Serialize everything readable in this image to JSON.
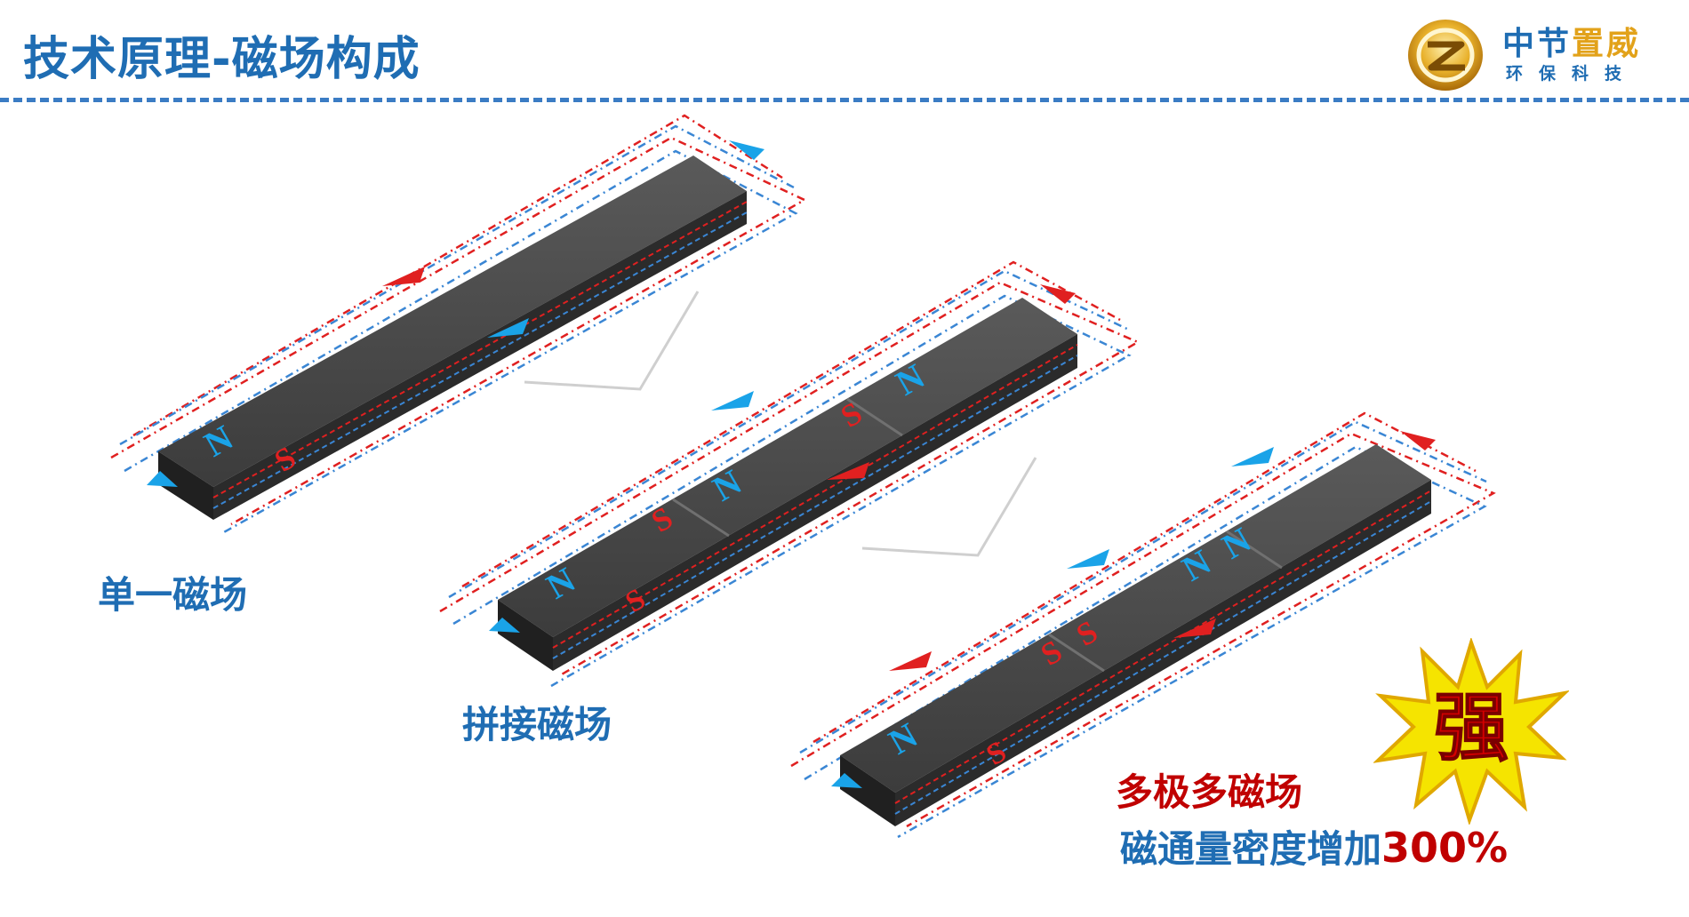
{
  "title": "技术原理-磁场构成",
  "logo": {
    "name_prefix": "中节",
    "name_suffix": "置威",
    "subtitle": "环保科技",
    "icon": "ze-emblem-icon",
    "colors": {
      "blue": "#1f6db3",
      "gold": "#e2a21a"
    }
  },
  "labels": {
    "single": "单一磁场",
    "spliced": "拼接磁场",
    "multipole": "多极多磁场",
    "flux_prefix": "磁通量密度增加",
    "flux_value": "300%"
  },
  "badge": {
    "text": "强",
    "icon": "starburst-icon",
    "color": "#f5e400"
  },
  "poles": {
    "north": "N",
    "south": "S"
  },
  "colors": {
    "heading": "#1f6db3",
    "highlight": "#c00000",
    "magnet_top": "#4a4a4a",
    "field_red": "#e02020",
    "field_blue": "#3a86d4",
    "arrow_cyan": "#1aa3e8"
  }
}
